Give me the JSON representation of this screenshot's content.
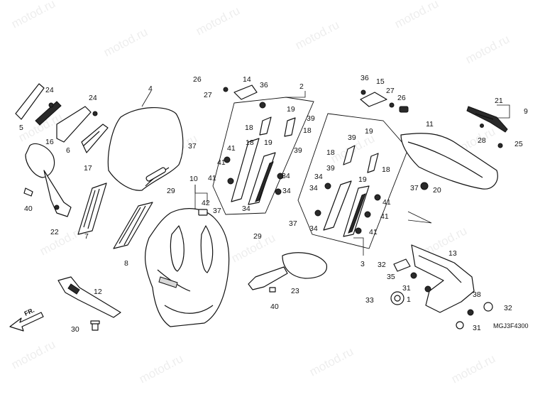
{
  "diagram_code": "MGJ3F4300",
  "direction_label": "FR.",
  "watermark": "motod.ru",
  "callouts": [
    "1",
    "2",
    "3",
    "4",
    "5",
    "6",
    "7",
    "8",
    "9",
    "10",
    "11",
    "12",
    "13",
    "14",
    "15",
    "16",
    "17",
    "18",
    "19",
    "20",
    "21",
    "22",
    "23",
    "24",
    "25",
    "26",
    "27",
    "28",
    "29",
    "30",
    "31",
    "32",
    "33",
    "34",
    "35",
    "36",
    "37",
    "38",
    "39",
    "40",
    "41",
    "42"
  ],
  "colors": {
    "line": "#111111",
    "background": "#ffffff"
  }
}
